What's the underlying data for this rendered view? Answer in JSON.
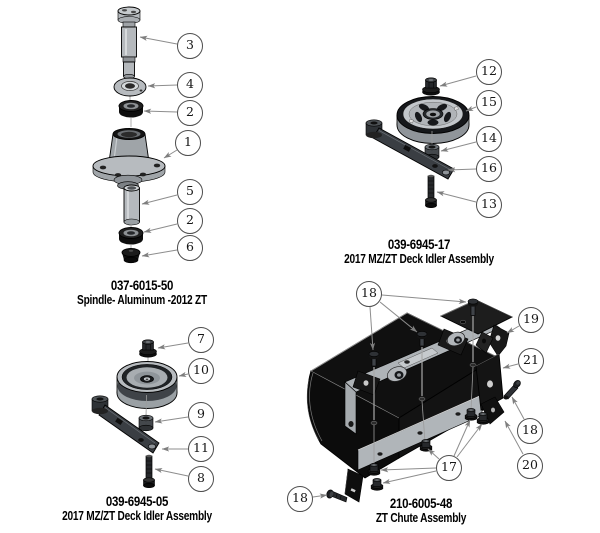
{
  "page": {
    "background": "#ffffff"
  },
  "colors": {
    "outline": "#000000",
    "leader_line": "#8d8d8d",
    "part_light_gray": "#b7bbbf",
    "part_dark_gray": "#3a3e43",
    "part_black": "#141414",
    "callout_border": "#4d4d4d"
  },
  "assemblies": [
    {
      "part_number": "037-6015-50",
      "name": "Spindle- Aluminum -2012 ZT",
      "callouts": [
        "3",
        "4",
        "2",
        "1",
        "5",
        "2",
        "6"
      ]
    },
    {
      "part_number": "039-6945-17",
      "name": "2017 MZ/ZT Deck Idler Assembly",
      "callouts": [
        "12",
        "15",
        "14",
        "16",
        "13"
      ]
    },
    {
      "part_number": "039-6945-05",
      "name": "2017 MZ/ZT Deck Idler Assembly",
      "callouts": [
        "7",
        "10",
        "9",
        "11",
        "8"
      ]
    },
    {
      "part_number": "210-6005-48",
      "name": "ZT Chute Assembly",
      "callouts": [
        "18",
        "19",
        "21",
        "18",
        "17",
        "20",
        "18"
      ]
    }
  ]
}
